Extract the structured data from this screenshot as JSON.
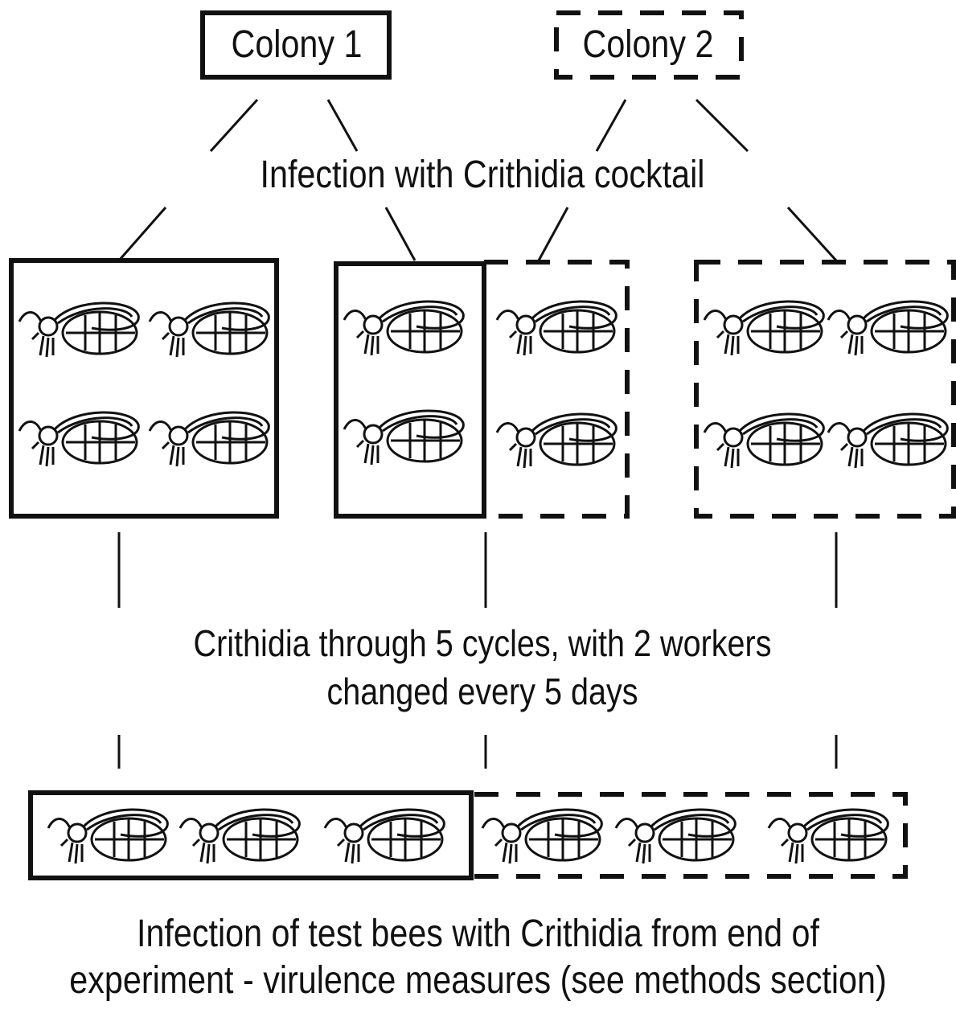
{
  "colonies": [
    {
      "label": "Colony 1",
      "border": "solid"
    },
    {
      "label": "Colony 2",
      "border": "dashed"
    }
  ],
  "steps": {
    "infection": "Infection with Crithidia cocktail",
    "passage_line1": "Crithidia through 5 cycles, with 2 workers",
    "passage_line2": "changed every 5 days",
    "test_line1": "Infection of test bees with Crithidia from end of",
    "test_line2": "experiment - virulence measures (see methods section)"
  },
  "colors": {
    "ink": "#111111",
    "background": "#ffffff"
  },
  "icons": {
    "bee": "bumblebee-icon"
  }
}
